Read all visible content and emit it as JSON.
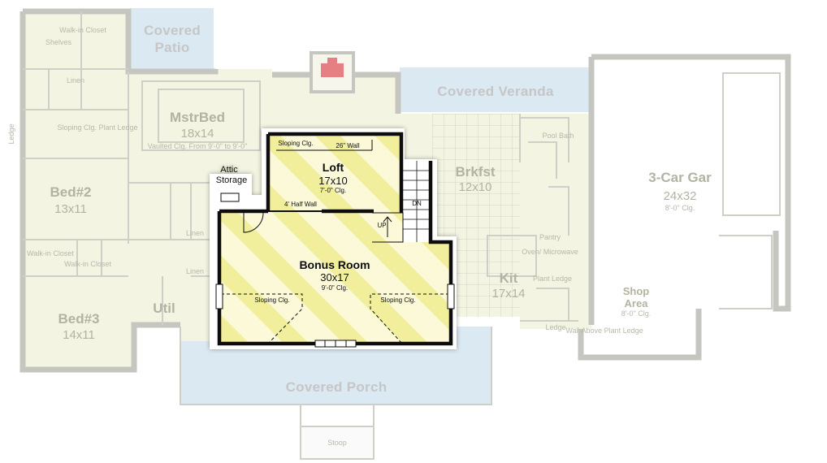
{
  "colors": {
    "ghost_wall": "#c6c6c0",
    "ghost_floor": "#f4f4e2",
    "ghost_text": "#b3b3a3",
    "covered_area": "#dbe9f2",
    "bonus_floor": "#fbf9d8",
    "bonus_stripe": "#f1ee9c",
    "bonus_wall": "#111111",
    "fireplace": "#e57f82"
  },
  "rooms": {
    "covered_patio": "Covered Patio",
    "walk_in_closet_top": "Walk-in Closet",
    "shelves": "Shelves",
    "linen_top": "Linen",
    "ledge_left": "Ledge",
    "sloping_ceiling_bath": "Sloping Clg. Plant Ledge",
    "mstr_bed": {
      "name": "MstrBed",
      "size": "18x14",
      "note": "Vaulted Clg. From 9'-0\" to 9'-0\""
    },
    "bed2": {
      "name": "Bed#2",
      "size": "13x11"
    },
    "bed3": {
      "name": "Bed#3",
      "size": "14x11"
    },
    "walk_in_closet_left": "Walk-in Closet",
    "walk_in_closet_mid": "Walk-in Closet",
    "linen_mid": "Linen",
    "linen_lower": "Linen",
    "util": "Util",
    "covered_veranda": "Covered Veranda",
    "brkfst": {
      "name": "Brkfst",
      "size": "12x10"
    },
    "kit": {
      "name": "Kit",
      "size": "17x14"
    },
    "pantry": "Pantry",
    "oven_micro": "Oven/ Microwave",
    "plant_ledge": "Plant Ledge",
    "ledge_kit": "Ledge",
    "pool_bath": "Pool Bath",
    "garage": {
      "name": "3-Car Gar",
      "size": "24x32",
      "ceiling": "8'-0\" Clg."
    },
    "shop": {
      "name": "Shop",
      "name2": "Area",
      "ceiling": "8'-0\" Clg."
    },
    "wall_above": "Wall Above Plant Ledge",
    "covered_porch": "Covered Porch",
    "stoop": "Stoop"
  },
  "bonus": {
    "attic_storage_1": "Attic",
    "attic_storage_2": "Storage",
    "loft": {
      "name": "Loft",
      "size": "17x10",
      "ceiling": "7'-0\" Clg."
    },
    "sloping_top": "Sloping Clg.",
    "half_wall_26": "26\" Wall",
    "half_wall_4": "4' Half Wall",
    "up": "UP",
    "dn": "DN",
    "bonus_room": {
      "name": "Bonus Room",
      "size": "30x17",
      "ceiling": "9'-0\" Clg."
    },
    "sloping_left": "Sloping Clg.",
    "sloping_right": "Sloping Clg."
  }
}
